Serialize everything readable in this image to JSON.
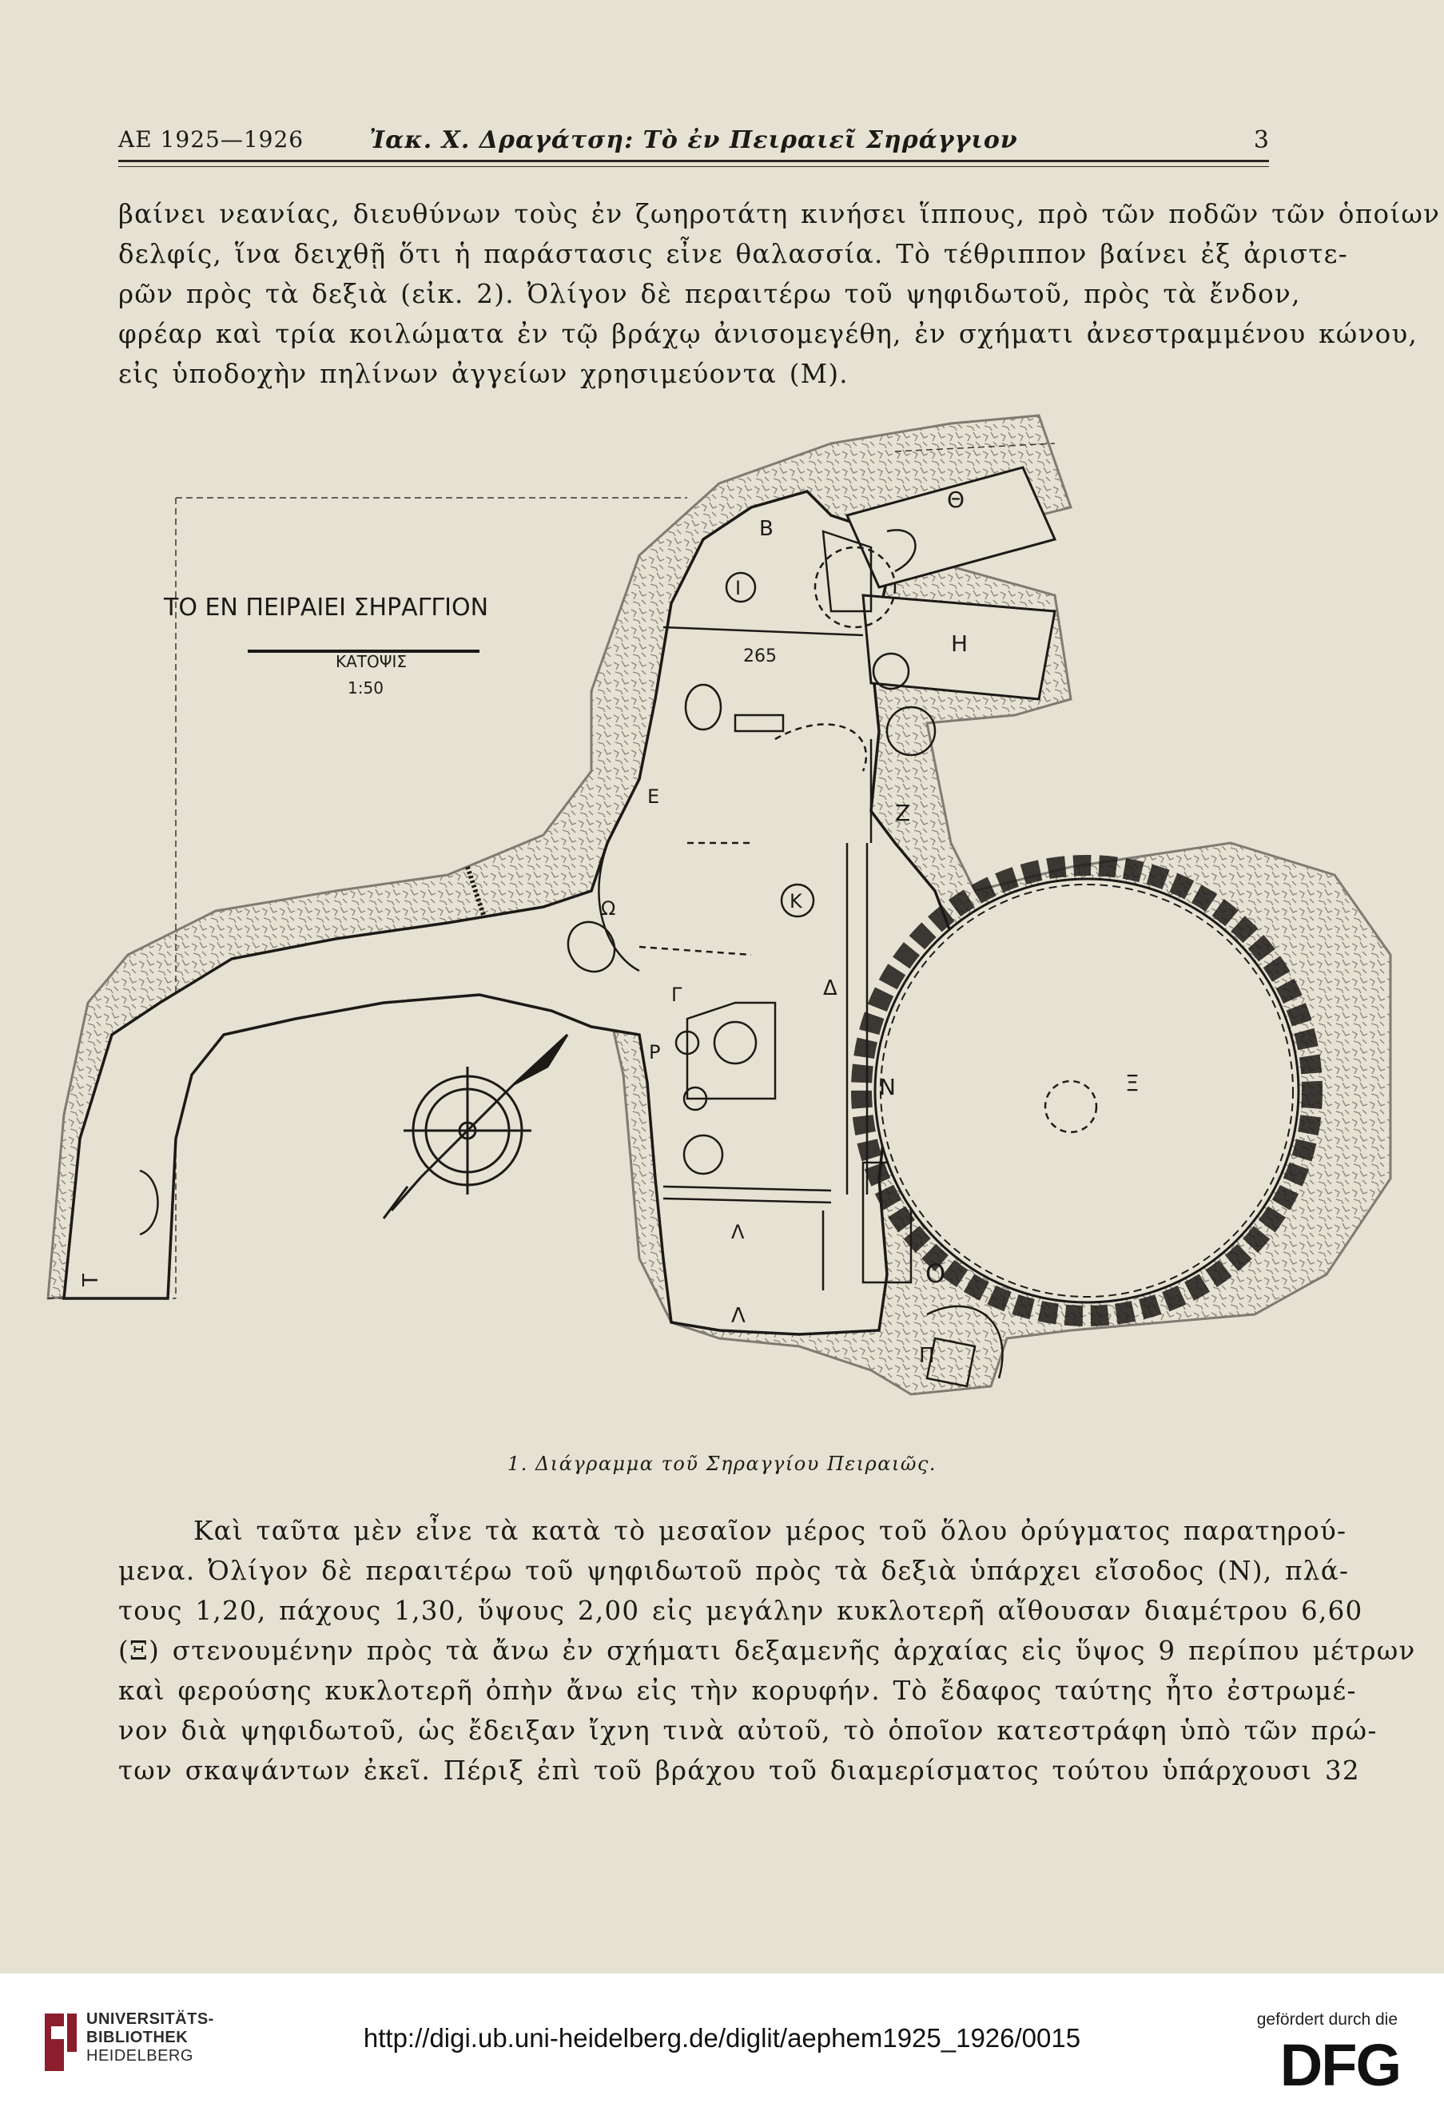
{
  "header": {
    "left": "ΑΕ 1925—1926",
    "center": "Ἰακ. Χ. Δραγάτση: Τὸ ἐν Πειραιεῖ Σηράγγιον",
    "page_number": "3"
  },
  "paragraph1": [
    "βαίνει νεανίας, διευθύνων τοὺς ἐν ζωηροτάτη κινήσει ἵππους, πρὸ τῶν ποδῶν τῶν ὁποίων",
    "δελφίς, ἵνα δειχθῇ ὅτι ἡ παράστασις εἶνε θαλασσία. Τὸ τέθριππον βαίνει ἐξ ἀριστε-",
    "ρῶν πρὸς τὰ δεξιὰ (εἰκ. 2). Ὀλίγον δὲ περαιτέρω τοῦ ψηφιδωτοῦ, πρὸς τὰ ἔνδον,",
    "φρέαρ καὶ τρία κοιλώματα ἐν τῷ βράχῳ ἀνισομεγέθη, ἐν σχήματι ἀνεστραμμένου κώνου,",
    "εἰς ὑποδοχὴν πηλίνων ἀγγείων χρησιμεύοντα (Μ)."
  ],
  "figure": {
    "title": "ΤΟ ΕΝ ΠΕΙΡΑΙΕΙ ΣΗΡΑΓΓΙΟΝ",
    "subtitle": "ΚΑΤΟΨΙΣ",
    "scale": "1:50",
    "elevation": "265",
    "labels": {
      "B": "Β",
      "Theta": "Θ",
      "I": "Ι",
      "H": "Η",
      "E": "Ε",
      "Z": "Ζ",
      "K": "Κ",
      "Omega": "Ω",
      "Gamma": "Γ",
      "Rho": "Ρ",
      "Delta": "Δ",
      "N": "Ν",
      "Xi": "Ξ",
      "Lambda1": "Λ",
      "Lambda2": "Λ",
      "O": "Ο",
      "Pi": "Π",
      "T": "Τ"
    },
    "caption": "1. Διάγραμμα τοῦ Σηραγγίου Πειραιῶς."
  },
  "paragraph2": [
    "Καὶ ταῦτα μὲν εἶνε τὰ κατὰ τὸ μεσαῖον μέρος τοῦ ὅλου ὀρύγματος παρατηρού-",
    "μενα. Ὀλίγον δὲ περαιτέρω τοῦ ψηφιδωτοῦ πρὸς τὰ δεξιὰ ὑπάρχει εἴσοδος (Ν), πλά-",
    "τους 1,20, πάχους 1,30, ὕψους 2,00 εἰς μεγάλην κυκλοτερῆ αἴθουσαν διαμέτρου 6,60",
    "(Ξ) στενουμένην πρὸς τὰ ἄνω ἐν σχήματι δεξαμενῆς ἀρχαίας εἰς ὕψος 9 περίπου μέτρων",
    "καὶ φερούσης κυκλοτερῆ ὀπὴν ἄνω εἰς τὴν κορυφήν. Τὸ ἔδαφος ταύτης ἦτο ἐστρωμέ-",
    "νον διὰ ψηφιδωτοῦ, ὡς ἔδειξαν ἴχνη τινὰ αὐτοῦ, τὸ ὁποῖον κατεστράφη ὑπὸ τῶν πρώ-",
    "των σκαψάντων ἐκεῖ. Πέριξ ἐπὶ τοῦ βράχου τοῦ διαμερίσματος τούτου ὑπάρχουσι 32"
  ],
  "footer": {
    "library_lines": [
      "UNIVERSITÄTS-",
      "BIBLIOTHEK",
      "HEIDELBERG"
    ],
    "url": "http://digi.ub.uni-heidelberg.de/diglit/aephem1925_1926/0015",
    "funding_label": "gefördert durch die",
    "funder": "DFG"
  }
}
